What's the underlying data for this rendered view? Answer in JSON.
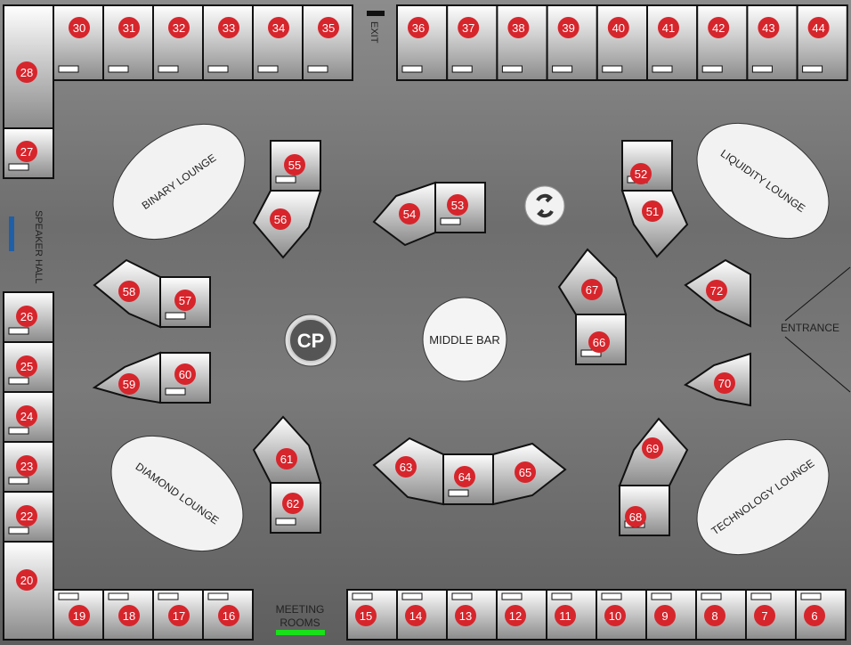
{
  "title": "Exhibition Floor Plan",
  "labels": {
    "exit": "EXIT",
    "speaker_hall": "SPEAKER HALL",
    "entrance": "ENTRANCE",
    "meeting_rooms_line1": "MEETING",
    "meeting_rooms_line2": "ROOMS",
    "middle_bar": "MIDDLE BAR",
    "binary_lounge": "BINARY LOUNGE",
    "liquidity_lounge": "LIQUIDITY LOUNGE",
    "diamond_lounge": "DIAMOND LOUNGE",
    "technology_lounge": "TECHNOLOGY LOUNGE",
    "cp_logo": "CP"
  },
  "booths": [
    "6",
    "7",
    "8",
    "9",
    "10",
    "11",
    "12",
    "13",
    "14",
    "15",
    "16",
    "17",
    "18",
    "19",
    "20",
    "22",
    "23",
    "24",
    "25",
    "26",
    "27",
    "28",
    "30",
    "31",
    "32",
    "33",
    "34",
    "35",
    "36",
    "37",
    "38",
    "39",
    "40",
    "41",
    "42",
    "43",
    "44",
    "51",
    "52",
    "53",
    "54",
    "55",
    "56",
    "57",
    "58",
    "59",
    "60",
    "61",
    "62",
    "63",
    "64",
    "65",
    "66",
    "67",
    "68",
    "69",
    "70",
    "72"
  ],
  "colors": {
    "badge": "#d7252c",
    "speaker_bar": "#1f5fa8",
    "meeting_bar": "#19e019"
  }
}
